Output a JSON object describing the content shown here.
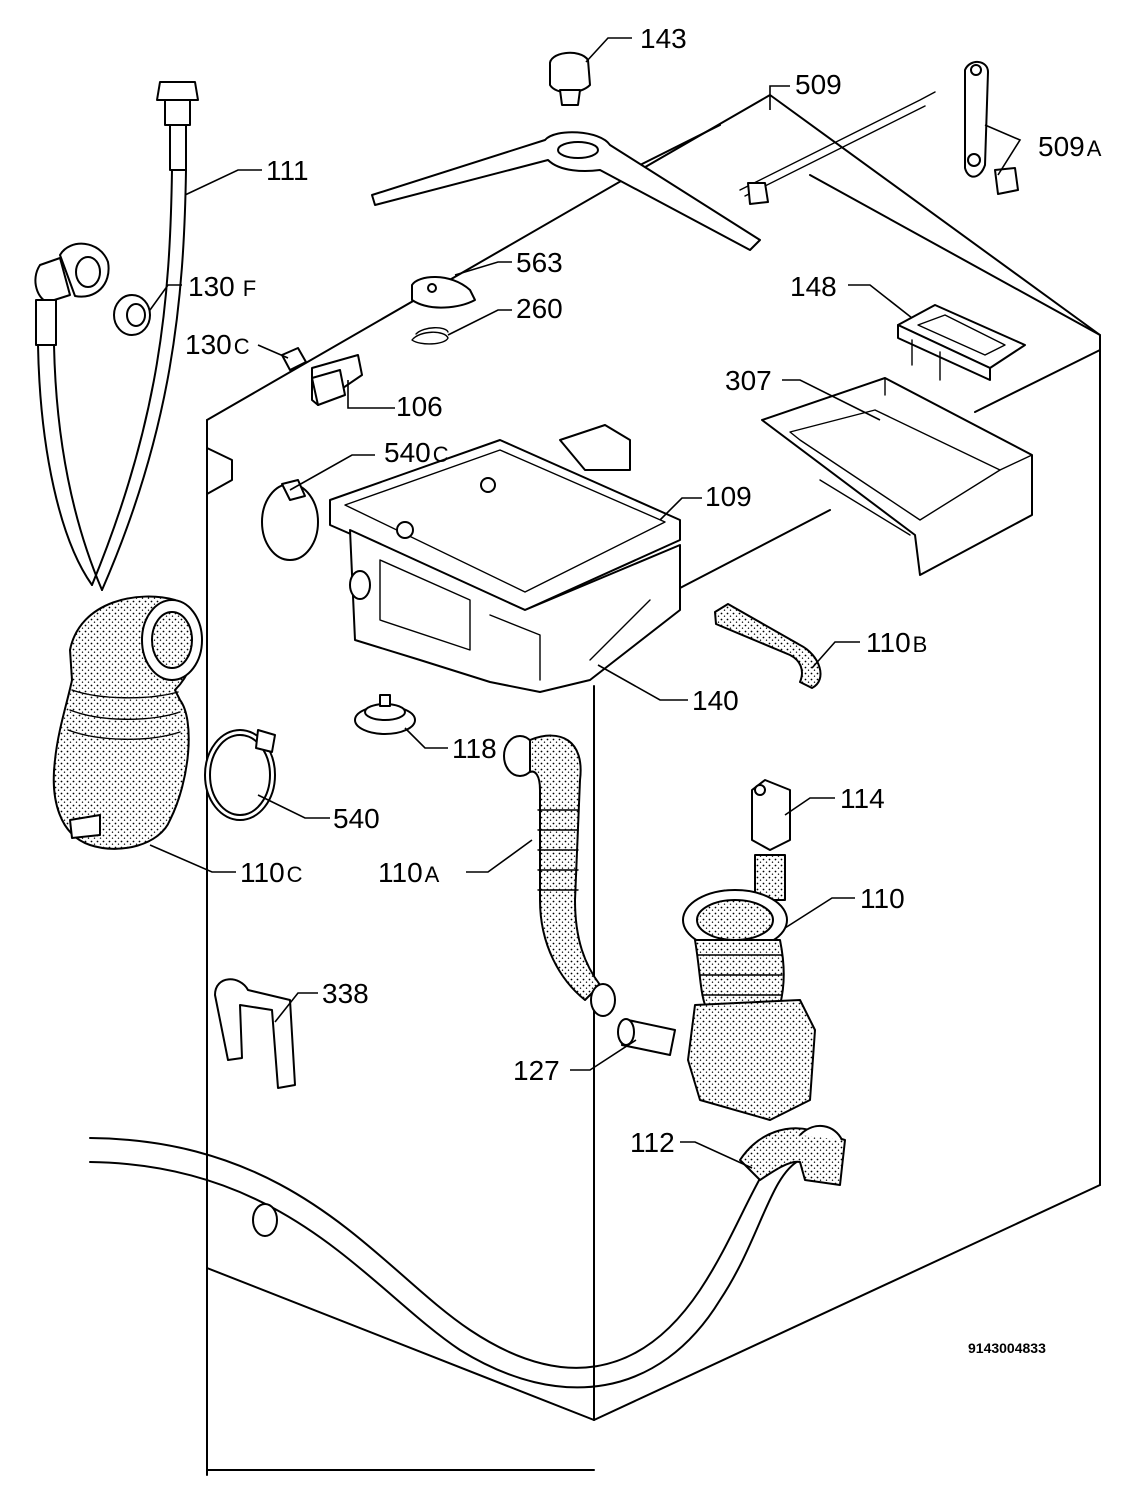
{
  "labels": {
    "l143": "143",
    "l509": "509",
    "l509a_num": "509",
    "l509a_sfx": "A",
    "l111": "111",
    "l130f_num": "130",
    "l130f_sfx": "F",
    "l563": "563",
    "l260": "260",
    "l130c_num": "130",
    "l130c_sfx": "C",
    "l106": "106",
    "l148": "148",
    "l307": "307",
    "l540c_num": "540",
    "l540c_sfx": "C",
    "l109": "109",
    "l110b_num": "110",
    "l110b_sfx": "B",
    "l140": "140",
    "l118": "118",
    "l540": "540",
    "l110c_num": "110",
    "l110c_sfx": "C",
    "l110a_num": "110",
    "l110a_sfx": "A",
    "l114": "114",
    "l110": "110",
    "l338": "338",
    "l127": "127",
    "l112": "112"
  },
  "drawing_code": "9143004833"
}
